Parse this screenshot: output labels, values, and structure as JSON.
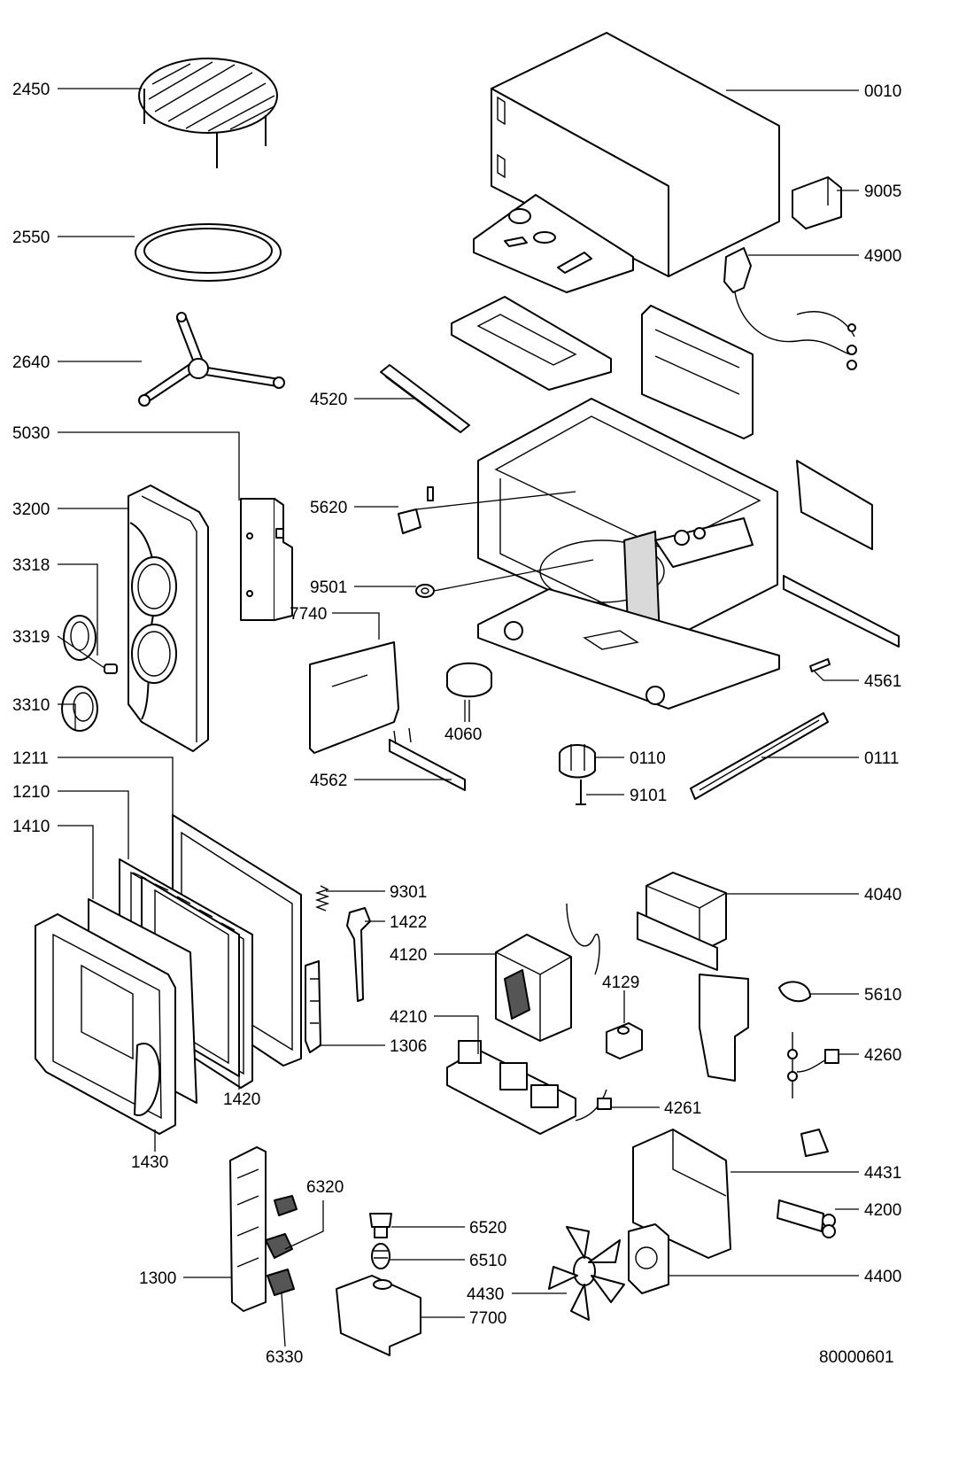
{
  "drawing_number": "80000601",
  "part_labels": {
    "p2450": "2450",
    "p2550": "2550",
    "p2640": "2640",
    "p5030": "5030",
    "p3200": "3200",
    "p3318": "3318",
    "p3319": "3319",
    "p3310": "3310",
    "p1211": "1211",
    "p1210": "1210",
    "p1410": "1410",
    "p1420": "1420",
    "p1430": "1430",
    "p1300": "1300",
    "p6320": "6320",
    "p6330": "6330",
    "p0010": "0010",
    "p9005": "9005",
    "p4900": "4900",
    "p4520": "4520",
    "p5620": "5620",
    "p9501": "9501",
    "p7740": "7740",
    "p4060": "4060",
    "p4561": "4561",
    "p4562": "4562",
    "p0110": "0110",
    "p0111": "0111",
    "p9101": "9101",
    "p9301": "9301",
    "p1422": "1422",
    "p4040": "4040",
    "p4120": "4120",
    "p4129": "4129",
    "p5610": "5610",
    "p4210": "4210",
    "p4260": "4260",
    "p1306": "1306",
    "p4261": "4261",
    "p4431": "4431",
    "p4200": "4200",
    "p6520": "6520",
    "p6510": "6510",
    "p4430": "4430",
    "p4400": "4400",
    "p7700": "7700"
  }
}
